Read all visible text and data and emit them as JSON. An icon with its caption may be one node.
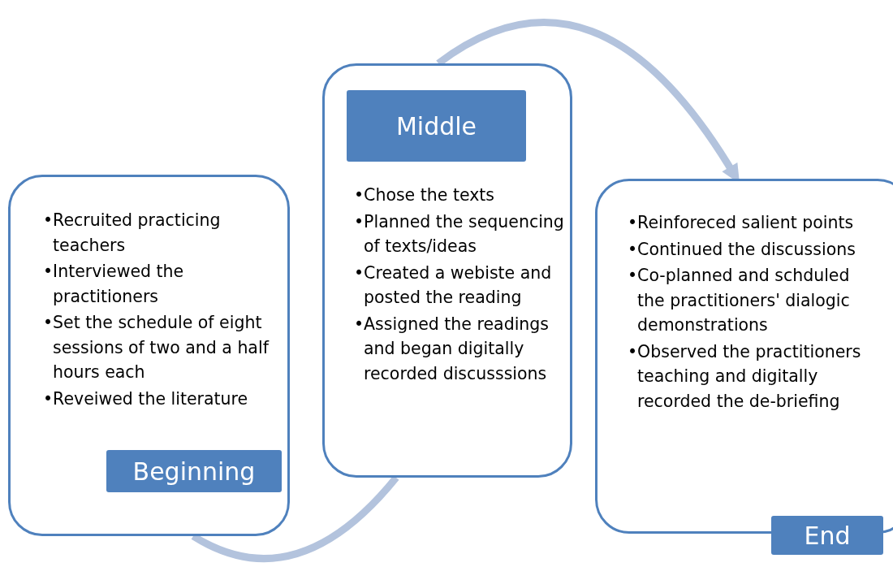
{
  "diagram": {
    "nodes": [
      {
        "text": [
          "•Recruited practicing teachers",
          "•Interviewed the practitioners",
          "•Set the schedule of eight sessions of two and a half hours each",
          "•Reveiwed the literature"
        ]
      },
      {
        "text": [
          "Beginning"
        ],
        "in": 0
      },
      {
        "text": [
          "•Chose the texts",
          "•Planned the sequencing of texts/ideas",
          "•Created a webiste and posted the reading",
          "•Assigned the readings and began digitally recorded discusssions"
        ]
      },
      {
        "text": [
          "Middle"
        ],
        "in": 2
      },
      {
        "text": [
          "•Reinforeced salient points",
          "•Continued the discussions",
          "•Co-planned and schduled  the practitioners' dialogic demonstrations",
          "•Observed the practitioners teaching and digitally recorded the de-briefing"
        ]
      },
      {
        "text": [
          "End"
        ]
      }
    ],
    "edges": [
      {
        "from": 0,
        "to": 2,
        "arrow": "none"
      },
      {
        "from": 2,
        "to": 4,
        "arrow": "to"
      }
    ]
  }
}
